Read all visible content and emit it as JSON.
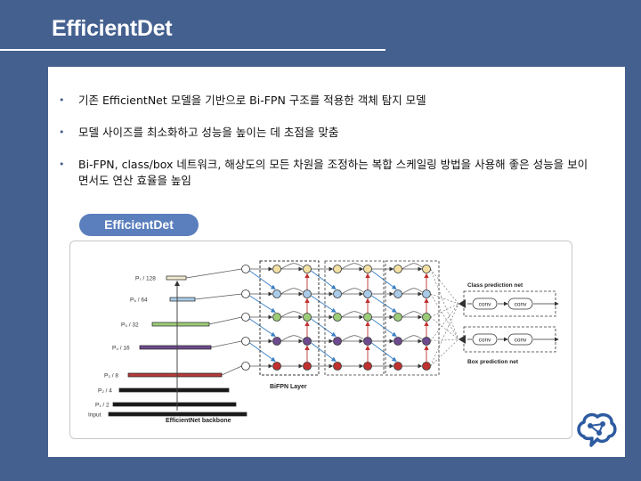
{
  "slide": {
    "title": "EfficientDet"
  },
  "bullets": [
    "기존 EfficientNet 모델을 기반으로 Bi-FPN 구조를 적용한 객체 탐지 모델",
    "모델 사이즈를 최소화하고 성능을 높이는 데 초점을 맞춤",
    "Bi-FPN, class/box 네트워크, 해상도의 모든 차원을 조정하는 복합 스케일링 방법을 사용해 좋은 성능을 보이면서도 연산 효율을 높임"
  ],
  "badge": {
    "label": "EfficientDet"
  },
  "figure": {
    "levels": [
      {
        "label": "P₇ / 128",
        "color": "#f2ead0"
      },
      {
        "label": "P₆ / 64",
        "color": "#a9cbe8"
      },
      {
        "label": "P₅ / 32",
        "color": "#9ccc78"
      },
      {
        "label": "P₄ / 16",
        "color": "#6e4a8e"
      },
      {
        "label": "P₃ / 8",
        "color": "#b23a3a"
      },
      {
        "label": "P₂ / 4",
        "color": "#1a1a1a"
      },
      {
        "label": "P₁ / 2",
        "color": "#1a1a1a"
      },
      {
        "label": "Input",
        "color": "#1a1a1a"
      }
    ],
    "node_colors": [
      "#f3e1a3",
      "#a9cbe8",
      "#9ccc78",
      "#6e4a8e",
      "#c0302f"
    ],
    "backbone_label": "EfficientNet backbone",
    "bifpn_label": "BiFPN Layer",
    "class_net_label": "Class prediction net",
    "box_net_label": "Box prediction net",
    "conv_label": "conv"
  },
  "logo": {
    "name": "brain-network-icon",
    "color": "#2d5aa0"
  }
}
